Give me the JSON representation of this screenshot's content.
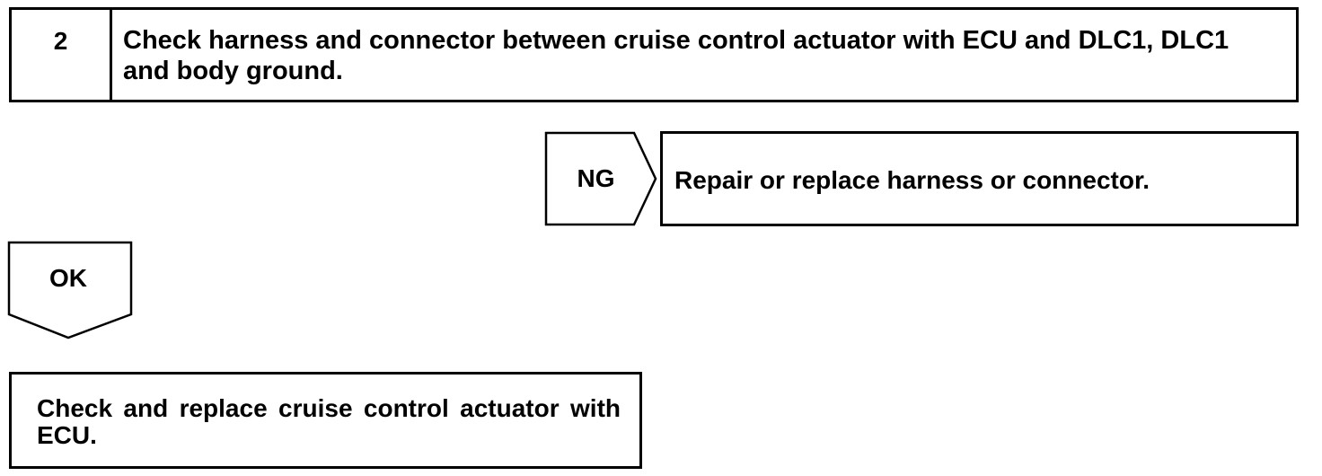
{
  "step": {
    "number": "2",
    "title": "Check harness and connector between cruise control actuator with ECU and DLC1, DLC1 and body ground."
  },
  "ng_branch": {
    "label": "NG",
    "action": "Repair or replace harness or connector."
  },
  "ok_branch": {
    "label": "OK",
    "action": "Check and replace cruise control actuator with ECU."
  }
}
